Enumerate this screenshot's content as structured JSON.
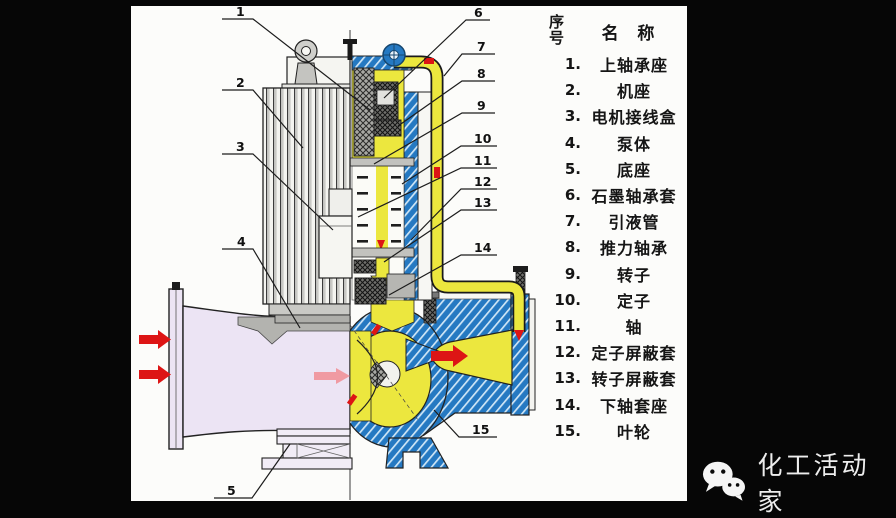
{
  "colors": {
    "fluid_yellow": "#ece73e",
    "casing_blue": "#2579c2",
    "pump_body_lavender": "#ece4f4",
    "flow_red": "#dd1515",
    "flow_pink": "#f09aa2"
  },
  "legend": {
    "header": {
      "no": "序号",
      "name": "名 称"
    },
    "items": [
      {
        "no": "1.",
        "name": "上轴承座"
      },
      {
        "no": "2.",
        "name": "机座"
      },
      {
        "no": "3.",
        "name": "电机接线盒"
      },
      {
        "no": "4.",
        "name": "泵体"
      },
      {
        "no": "5.",
        "name": "底座"
      },
      {
        "no": "6.",
        "name": "石墨轴承套"
      },
      {
        "no": "7.",
        "name": "引液管"
      },
      {
        "no": "8.",
        "name": "推力轴承"
      },
      {
        "no": "9.",
        "name": "转子"
      },
      {
        "no": "10.",
        "name": "定子"
      },
      {
        "no": "11.",
        "name": "轴"
      },
      {
        "no": "12.",
        "name": "定子屏蔽套"
      },
      {
        "no": "13.",
        "name": "转子屏蔽套"
      },
      {
        "no": "14.",
        "name": "下轴套座"
      },
      {
        "no": "15.",
        "name": "叶轮"
      }
    ]
  },
  "callouts": [
    {
      "n": "1"
    },
    {
      "n": "2"
    },
    {
      "n": "3"
    },
    {
      "n": "4"
    },
    {
      "n": "5"
    },
    {
      "n": "6"
    },
    {
      "n": "7"
    },
    {
      "n": "8"
    },
    {
      "n": "9"
    },
    {
      "n": "10"
    },
    {
      "n": "11"
    },
    {
      "n": "12"
    },
    {
      "n": "13"
    },
    {
      "n": "14"
    },
    {
      "n": "15"
    }
  ],
  "watermark": {
    "text": "化工活动家",
    "icon": "wechat-icon"
  }
}
